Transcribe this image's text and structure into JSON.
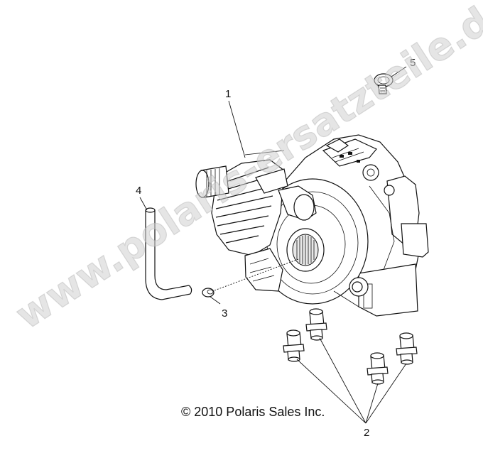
{
  "diagram": {
    "callouts": {
      "part1": "1",
      "part2": "2",
      "part3": "3",
      "part4": "4",
      "part5": "5"
    },
    "copyright": "© 2010 Polaris Sales Inc.",
    "watermark": "www.polaris-ersatzteile.de"
  }
}
